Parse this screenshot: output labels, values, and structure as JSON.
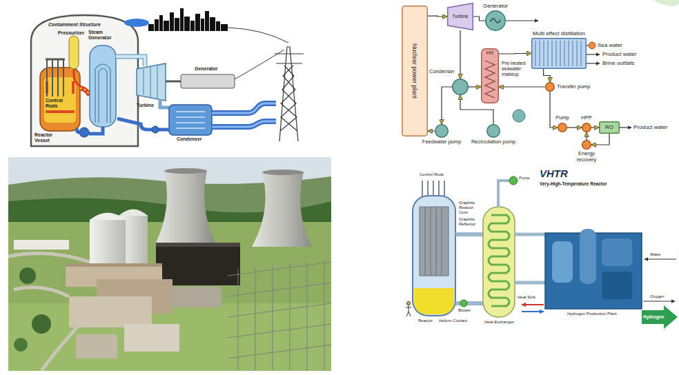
{
  "diagram": {
    "nodes": [
      {
        "text": [
          "Nuclear power plant"
        ]
      },
      {
        "text": [
          "Turbine"
        ]
      },
      {
        "text": [
          "Generator"
        ]
      },
      {
        "text": [
          "Condenser"
        ]
      },
      {
        "text": [
          "HX"
        ]
      },
      {
        "text": [
          "Multi effect distillation"
        ]
      },
      {
        "text": [
          "Transfer pump"
        ]
      },
      {
        "text": [
          "Pump"
        ]
      },
      {
        "text": [
          "HPP"
        ]
      },
      {
        "text": [
          "RO"
        ]
      },
      {
        "text": [
          "Energy recovery"
        ]
      },
      {
        "text": [
          "Feedwater pump"
        ]
      },
      {
        "text": [
          "Recirculation pump"
        ]
      }
    ],
    "edges": [
      {
        "from": 0,
        "to": 1,
        "arrow": "to"
      },
      {
        "from": 1,
        "to": 2,
        "arrow": "none"
      },
      {
        "from": 1,
        "to": 3,
        "arrow": "to"
      },
      {
        "from": 3,
        "to": 11,
        "arrow": "to"
      },
      {
        "from": 11,
        "to": 0,
        "arrow": "to"
      },
      {
        "from": 12,
        "to": 3,
        "arrow": "to"
      },
      {
        "from": 3,
        "to": 4,
        "arrow": "to"
      },
      {
        "from": 4,
        "to": 5,
        "label": "Pre-heated seawater makeup",
        "arrow": "to"
      },
      {
        "from": 5,
        "to": 6,
        "arrow": "to"
      },
      {
        "from": 6,
        "to": 4,
        "arrow": "to"
      },
      {
        "from": 6,
        "to": 7,
        "arrow": "to"
      },
      {
        "from": 7,
        "to": 8,
        "arrow": "to"
      },
      {
        "from": 8,
        "to": 9,
        "arrow": "to"
      },
      {
        "from": 9,
        "to": 10,
        "arrow": "to"
      },
      {
        "from": 10,
        "to": 8,
        "arrow": "to"
      }
    ],
    "labels": [
      "Containment Structure",
      "Pressurizer",
      "Steam Generator",
      "Control Rods",
      "Reactor Vessel",
      "Turbine",
      "Generator",
      "Condenser",
      "Sea water",
      "Product water",
      "Brine outfalls",
      "Product water",
      "Control Rods",
      "Graphite Reactor Core",
      "Graphite Reflector",
      "Pump",
      "VHTR",
      "Very-High-Temperature Reactor",
      "Water",
      "Oxygen",
      "Hydrogen",
      "Heat Sink",
      "Blower",
      "Reactor",
      "Helium Coolant",
      "Heat Exchanger",
      "Hydrogen Production Plant"
    ]
  }
}
